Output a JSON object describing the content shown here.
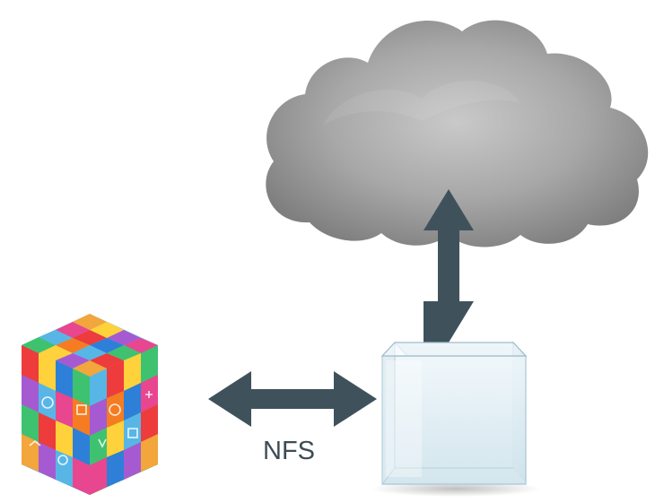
{
  "diagram": {
    "connection_label": "NFS",
    "nodes": [
      {
        "id": "cloud",
        "icon": "cloud-icon"
      },
      {
        "id": "storage-box",
        "icon": "transparent-box-icon"
      },
      {
        "id": "apps-cube",
        "icon": "app-icons-cube-icon"
      }
    ],
    "edges": [
      {
        "from": "apps-cube",
        "to": "storage-box",
        "type": "bidirectional",
        "label": "NFS"
      },
      {
        "from": "storage-box",
        "to": "cloud",
        "type": "bidirectional"
      }
    ],
    "colors": {
      "arrow": "#3f525c",
      "cloud_light": "#c9c9c9",
      "cloud_dark": "#7f7f7f",
      "box_tint": "#dcebf2"
    }
  }
}
